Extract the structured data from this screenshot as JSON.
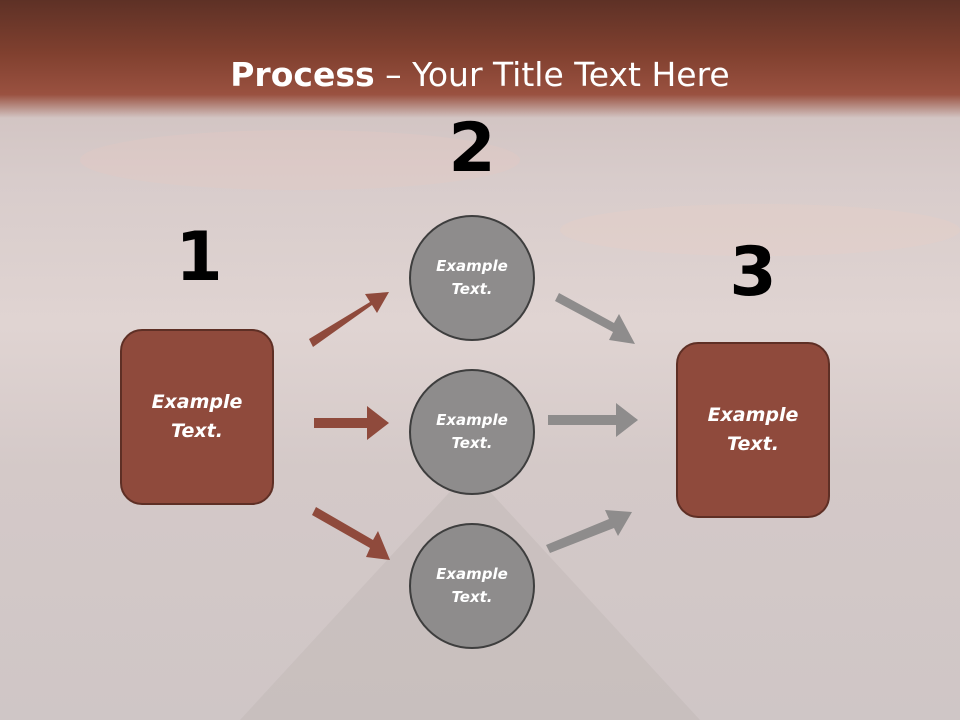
{
  "title": {
    "bold": "Process",
    "rest": " – Your Title Text Here"
  },
  "step_numbers": [
    "1",
    "2",
    "3"
  ],
  "left_box": {
    "text": "Example\nText."
  },
  "right_box": {
    "text": "Example\nText."
  },
  "circles": [
    {
      "text": "Example\nText."
    },
    {
      "text": "Example\nText."
    },
    {
      "text": "Example\nText."
    }
  ],
  "colors": {
    "box_fill": "#8f4a3c",
    "circle_fill": "#8e8c8c",
    "left_arrow": "#8f4a3c",
    "right_arrow": "#8e8c8c",
    "header": "#80402f"
  }
}
